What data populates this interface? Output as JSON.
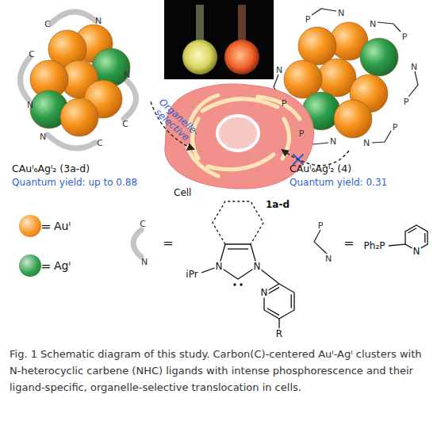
{
  "diagram": {
    "caption": "Fig. 1 Schematic diagram of this study. Carbon(C)-centered Auᴵ-Agᴵ clusters with N-heterocyclic carbene (NHC) ligands with intense phosphorescence and their ligand-specific, organelle-selective translocation in cells.",
    "nodes": [
      {
        "text": [
          "CAuᴵ₆Agᴵ₂ (3a-d)",
          "Quantum yield: up to 0.88"
        ]
      },
      {
        "text": [
          "Cell"
        ]
      },
      {
        "text": [
          "CAuᴵ₆Agᴵ₂ (4)",
          "Quantum yield: 0.31"
        ]
      }
    ],
    "edges": [
      {
        "from": 0,
        "to": 1,
        "arrow": "to",
        "label": "Organelle-selective"
      },
      {
        "from": 2,
        "to": 1,
        "arrow": "to"
      }
    ],
    "labels": [
      "C",
      "N",
      "C",
      "N",
      "N",
      "C",
      "N",
      "C",
      "P",
      "N",
      "N",
      "P",
      "N",
      "P",
      "P",
      "N",
      "N",
      "P",
      "P",
      "N",
      "=",
      "=",
      "C",
      "N",
      "=",
      "1a-d",
      "iPr",
      "N",
      "N",
      "N",
      "R",
      "P",
      "N",
      "=",
      "Ph₂P",
      "N"
    ],
    "legend": [
      {
        "text": "Auᴵ",
        "color": "#f7941d"
      },
      {
        "text": "Agᴵ",
        "color": "#2e9e4a"
      }
    ]
  }
}
